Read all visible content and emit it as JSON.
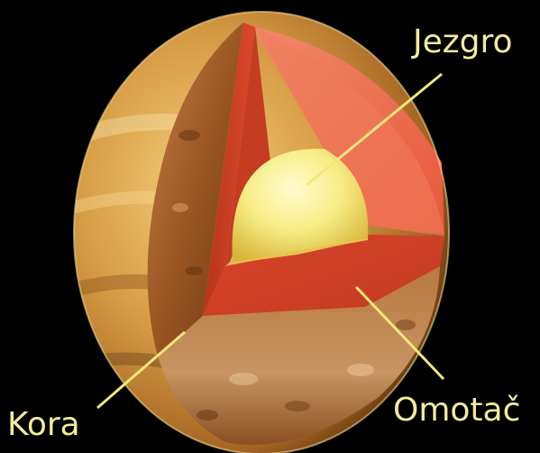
{
  "labels": {
    "core": "Jezgro",
    "mantle": "Omotač",
    "crust": "Kora"
  },
  "colors": {
    "background": "#000000",
    "surface": "#d9a24c",
    "crust": "#a8632a",
    "mantle": "#e3502c",
    "core": "#f6ec7a",
    "label_text": "#f4eb9c",
    "leader_line": "#f2e77a"
  }
}
